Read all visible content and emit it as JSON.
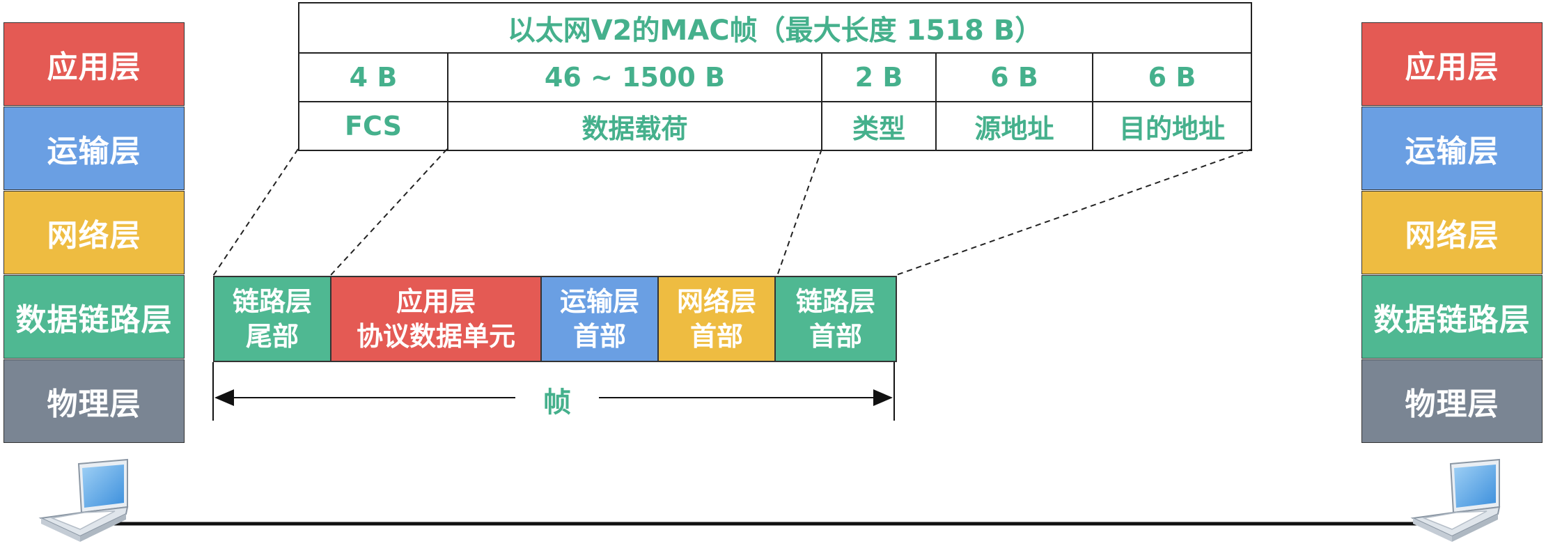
{
  "left_stack": {
    "layers": [
      {
        "label": "应用层",
        "color": "#e45a54"
      },
      {
        "label": "运输层",
        "color": "#6a9fe3"
      },
      {
        "label": "网络层",
        "color": "#eebc41"
      },
      {
        "label": "数据链路层",
        "color": "#4fb892"
      },
      {
        "label": "物理层",
        "color": "#7a8593"
      }
    ]
  },
  "right_stack": {
    "layers": [
      {
        "label": "应用层",
        "color": "#e45a54"
      },
      {
        "label": "运输层",
        "color": "#6a9fe3"
      },
      {
        "label": "网络层",
        "color": "#eebc41"
      },
      {
        "label": "数据链路层",
        "color": "#4fb892"
      },
      {
        "label": "物理层",
        "color": "#7a8593"
      }
    ]
  },
  "frame_table": {
    "title": "以太网V2的MAC帧（最大长度 1518 B）",
    "fields": [
      {
        "size": "4 B",
        "name": "FCS"
      },
      {
        "size": "46 ~ 1500 B",
        "name": "数据载荷"
      },
      {
        "size": "2 B",
        "name": "类型"
      },
      {
        "size": "6 B",
        "name": "源地址"
      },
      {
        "size": "6 B",
        "name": "目的地址"
      }
    ]
  },
  "frame": {
    "segments": [
      {
        "line1": "链路层",
        "line2": "尾部",
        "color": "#4fb892"
      },
      {
        "line1": "应用层",
        "line2": "协议数据单元",
        "color": "#e45a54"
      },
      {
        "line1": "运输层",
        "line2": "首部",
        "color": "#6a9fe3"
      },
      {
        "line1": "网络层",
        "line2": "首部",
        "color": "#eebc41"
      },
      {
        "line1": "链路层",
        "line2": "首部",
        "color": "#4fb892"
      }
    ],
    "label": "帧"
  },
  "accent_color": "#45b08c"
}
